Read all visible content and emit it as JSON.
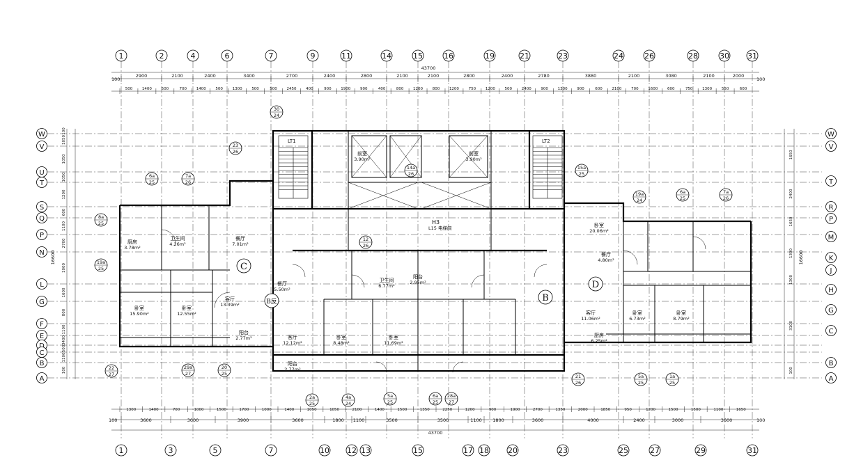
{
  "plan": {
    "overall_dim": "43700",
    "grid_top": [
      "1",
      "2",
      "4",
      "6",
      "7",
      "9",
      "11",
      "14",
      "15",
      "16",
      "19",
      "21",
      "23",
      "24",
      "26",
      "28",
      "30",
      "31"
    ],
    "grid_bottom": [
      "1",
      "3",
      "5",
      "7",
      "10",
      "12",
      "13",
      "15",
      "17",
      "18",
      "20",
      "23",
      "25",
      "27",
      "29",
      "31"
    ],
    "grid_left": [
      "W",
      "V",
      "U",
      "T",
      "S",
      "Q",
      "P",
      "N",
      "L",
      "G",
      "F",
      "E",
      "D",
      "C",
      "B",
      "A"
    ],
    "grid_right": [
      "W",
      "V",
      "T",
      "R",
      "P",
      "M",
      "K",
      "J",
      "H",
      "G",
      "C",
      "B",
      "A"
    ],
    "dims_top_major": [
      "2900",
      "2100",
      "2400",
      "3400",
      "2700",
      "2400",
      "2800",
      "2100",
      "2100",
      "2800",
      "2400",
      "2780",
      "3880",
      "2100",
      "3080",
      "2100",
      "2000"
    ],
    "dims_top_minor": [
      "500",
      "1400",
      "500",
      "700",
      "1400",
      "500",
      "1300",
      "500",
      "500",
      "2450",
      "400",
      "900",
      "1900",
      "900",
      "400",
      "800",
      "1200",
      "800",
      "1200",
      "750",
      "1200",
      "500",
      "2400",
      "900",
      "1300",
      "900",
      "600",
      "2100",
      "700",
      "1600",
      "600",
      "750",
      "1300",
      "550",
      "600"
    ],
    "dims_bottom_major": [
      "3600",
      "3000",
      "3900",
      "3600",
      "1800",
      "1100",
      "3500",
      "3500",
      "1100",
      "1800",
      "3600",
      "4000",
      "2400",
      "3000",
      "3600"
    ],
    "dims_bottom_minor": [
      "1300",
      "1400",
      "700",
      "1000",
      "1500",
      "1700",
      "1000",
      "1400",
      "1050",
      "1050",
      "2100",
      "1400",
      "1500",
      "1350",
      "2250",
      "1200",
      "900",
      "1900",
      "2700",
      "1350",
      "2000",
      "1850",
      "950",
      "1200",
      "1500",
      "1500",
      "1100",
      "1650"
    ],
    "margin_mark": "100",
    "left_dims": [
      "100",
      "1050",
      "1050",
      "1050",
      "1200",
      "600",
      "1100",
      "2700",
      "1000",
      "1600",
      "800",
      "1100",
      "3400",
      "500",
      "1100",
      "100"
    ],
    "side_total": "16600",
    "right_dims": [
      "1650",
      "2400",
      "1650",
      "1300",
      "1300",
      "3100",
      "100"
    ],
    "stair_left": "LT1",
    "stair_right": "LT2",
    "unit_letters": [
      "C",
      "B反",
      "B",
      "D"
    ],
    "core_label": "H3",
    "core_sub": "L15 电梯间",
    "rooms": [
      {
        "name": "卧室",
        "area": "15.90m²"
      },
      {
        "name": "卧室",
        "area": "12.55m²"
      },
      {
        "name": "客厅",
        "area": "13.39m²"
      },
      {
        "name": "阳台",
        "area": "2.77m²"
      },
      {
        "name": "餐厅",
        "area": "7.01m²"
      },
      {
        "name": "厨房",
        "area": "3.78m²"
      },
      {
        "name": "卫生间",
        "area": "4.26m²"
      },
      {
        "name": "客厅",
        "area": "12.12m²"
      },
      {
        "name": "卧室",
        "area": "8.48m²"
      },
      {
        "name": "卧室",
        "area": "11.69m²"
      },
      {
        "name": "阳台",
        "area": "2.77m²"
      },
      {
        "name": "卫生间",
        "area": "6.77m²"
      },
      {
        "name": "餐厅",
        "area": "5.50m²"
      },
      {
        "name": "前室",
        "area": "3.90m²"
      },
      {
        "name": "前室",
        "area": "3.90m²"
      },
      {
        "name": "餐厅",
        "area": "4.80m²"
      },
      {
        "name": "客厅",
        "area": "11.06m²"
      },
      {
        "name": "卧室",
        "area": "6.73m²"
      },
      {
        "name": "卧室",
        "area": "8.79m²"
      },
      {
        "name": "卧室",
        "area": "20.06m²"
      },
      {
        "name": "厨房",
        "area": "6.25m²"
      },
      {
        "name": "阳台",
        "area": "2.95m²"
      }
    ],
    "detail_tags": [
      "6a/25",
      "7a/26",
      "8a/25",
      "19a/25",
      "22/27",
      "29a/27",
      "20/25",
      "23/26",
      "15a/25",
      "19a/24",
      "6a/25",
      "7a/26",
      "4a/24",
      "2a/25",
      "5a/25",
      "6a/25",
      "28a/27",
      "1a/25",
      "5a/25",
      "21/26",
      "12/26",
      "14a/26",
      "30/24"
    ]
  }
}
